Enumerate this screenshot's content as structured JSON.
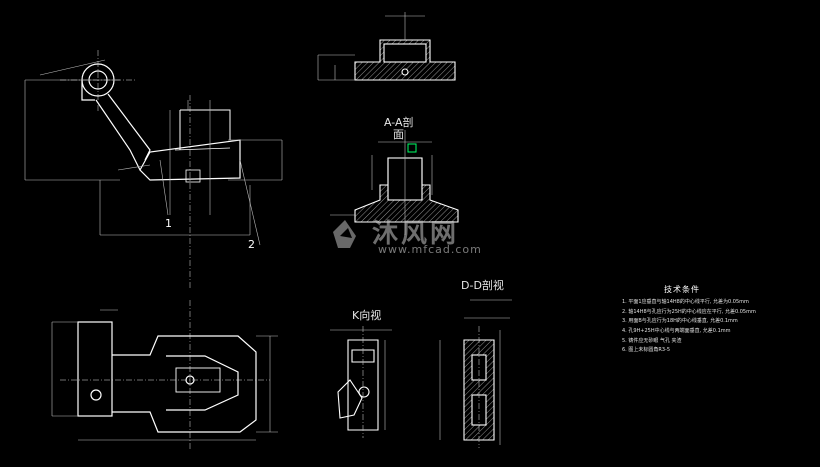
{
  "drawing": {
    "section_aa_title": "A-A剖",
    "section_aa_title_2": "面",
    "section_dd_title": "D-D剖视",
    "view_k_title": "K向视",
    "callout_1": "1",
    "callout_2": "2"
  },
  "tech_requirements": {
    "title": "技术条件",
    "items": [
      "1. 平面1应垂直与轴14H8的中心线平行, 允差为0.05mm",
      "2. 轴14H8与孔应行为25H的中心线应在平行, 允差0.05mm",
      "3. 用面B与孔应行为18H的中心线垂直, 允差0.1mm",
      "4. 孔9H+25H中心线与两端面垂直, 允差0.1mm",
      "5. 铸件应无砂眼 气孔 夹渣",
      "6. 图上未标圆角R3-5"
    ]
  },
  "watermark": {
    "text": "沐风网",
    "url": "www.mfcad.com"
  },
  "colors": {
    "background": "#000000",
    "outline": "#ffffff",
    "dimension": "#d9d9d9",
    "accent_green": "#00ff66"
  }
}
